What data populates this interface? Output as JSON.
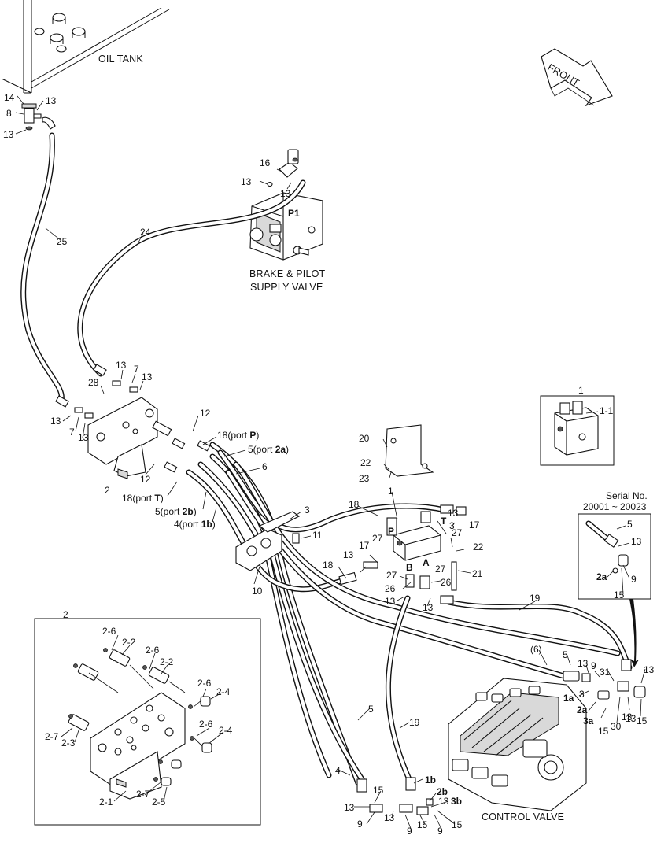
{
  "captions": {
    "oil_tank": "OIL TANK",
    "front": "FRONT",
    "brake_valve_line1": "BRAKE & PILOT",
    "brake_valve_line2": "SUPPLY VALVE",
    "control_valve": "CONTROL VALVE",
    "serial_line1": "Serial No.",
    "serial_line2": "20001 ~ 20023"
  },
  "ports": {
    "p1": "P1",
    "p": "P",
    "t": "T",
    "a": "A",
    "b": "B"
  },
  "labels": {
    "l14": "14",
    "l8": "8",
    "l13_tank_a": "13",
    "l13_tank_b": "13",
    "l25": "25",
    "l24": "24",
    "l16": "16",
    "l13_bv_a": "13",
    "l13_bv_b": "13",
    "l13_m1": "13",
    "l7_m1": "7",
    "l13_m2": "13",
    "l28": "28",
    "l13_m3": "13",
    "l7_m2": "7",
    "l13_m4": "13",
    "l12_a": "12",
    "l12_b": "12",
    "l2_main": "2",
    "l18_port_p_pre": "18(port ",
    "l18_port_p_b": "P",
    "l18_port_p_post": ")",
    "l5_port_2a_pre": "5(port ",
    "l5_port_2a_b": "2a",
    "l5_port_2a_post": ")",
    "l6_a": "6",
    "l18_port_t_pre": "18(port ",
    "l18_port_t_b": "T",
    "l18_port_t_post": ")",
    "l5_port_2b_pre": "5(port ",
    "l5_port_2b_b": "2b",
    "l5_port_2b_post": ")",
    "l4_port_1b_pre": "4(port ",
    "l4_port_1b_b": "1b",
    "l4_port_1b_post": ")",
    "l3": "3",
    "l11": "11",
    "l10": "10",
    "l20": "20",
    "l22_a": "22",
    "l23": "23",
    "l1_main": "1",
    "l18_b": "18",
    "l13_v1": "13",
    "l3_v": "3",
    "l17_a": "17",
    "l27_a": "27",
    "l17_b": "17",
    "l27_b": "27",
    "l22_b": "22",
    "l18_c": "18",
    "l13_v2": "13",
    "l27_c": "27",
    "l27_d": "27",
    "l21": "21",
    "l26_a": "26",
    "l26_b": "26",
    "l13_v3": "13",
    "l13_v4": "13",
    "l19_a": "19",
    "l6_paren": "(6)",
    "l5_b": "5",
    "l13_cv1": "13",
    "l9_cv1": "9",
    "l31": "31",
    "l13_cv2": "13",
    "l1a": "1a",
    "l3_cv": "3",
    "l2a": "2a",
    "l13_cv3": "13",
    "l15_cv1": "15",
    "l3a": "3a",
    "l15_cv2": "15",
    "l30": "30",
    "l13_cv4": "13",
    "l5_c": "5",
    "l19_b": "19",
    "l4_b": "4",
    "l1b": "1b",
    "l15_b1": "15",
    "l2b": "2b",
    "l13_b1": "13",
    "l3b": "3b",
    "l13_b2": "13",
    "l9_b1": "9",
    "l13_b3": "13",
    "l9_b2": "9",
    "l15_b2": "15",
    "l9_b3": "9",
    "l15_b3": "15",
    "inset1_title": "1",
    "inset1_l11": "1-1",
    "inset2_title": "2",
    "inset2_l26a": "2-6",
    "inset2_l22a": "2-2",
    "inset2_l26b": "2-6",
    "inset2_l22b": "2-2",
    "inset2_l26c": "2-6",
    "inset2_l24a": "2-4",
    "inset2_l26d": "2-6",
    "inset2_l24b": "2-4",
    "inset2_l27a": "2-7",
    "inset2_l23": "2-3",
    "inset2_l27b": "2-7",
    "inset2_l25": "2-5",
    "inset2_l21": "2-1",
    "serial_l5": "5",
    "serial_l13": "13",
    "serial_l2a": "2a",
    "serial_l9": "9",
    "serial_l15": "15"
  },
  "icons": {
    "front_arrow": "front-arrow-icon",
    "oil_tank": "oil-tank-icon",
    "brake_valve": "brake-valve-icon",
    "control_valve": "control-valve-icon"
  }
}
